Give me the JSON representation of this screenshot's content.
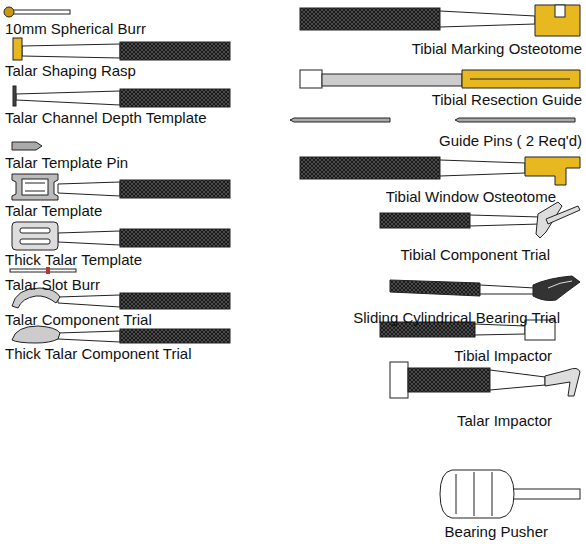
{
  "diagram": {
    "labels": [
      "10mm Spherical Burr",
      "Talar Shaping Rasp",
      "Talar Channel Depth Template",
      "Talar Template Pin",
      "Talar Template",
      "Thick Talar Template",
      "Talar Slot Burr",
      "Talar Component Trial",
      "Thick Talar Component Trial",
      "Tibial Marking Osteotome",
      "Tibial Resection Guide",
      "Guide Pins ( 2 Req'd)",
      "Tibial Window Osteotome",
      "Tibial Component Trial",
      "Sliding Cylindrical Bearing Trial",
      "Tibial Impactor",
      "Talar Impactor",
      "Bearing Pusher"
    ]
  }
}
